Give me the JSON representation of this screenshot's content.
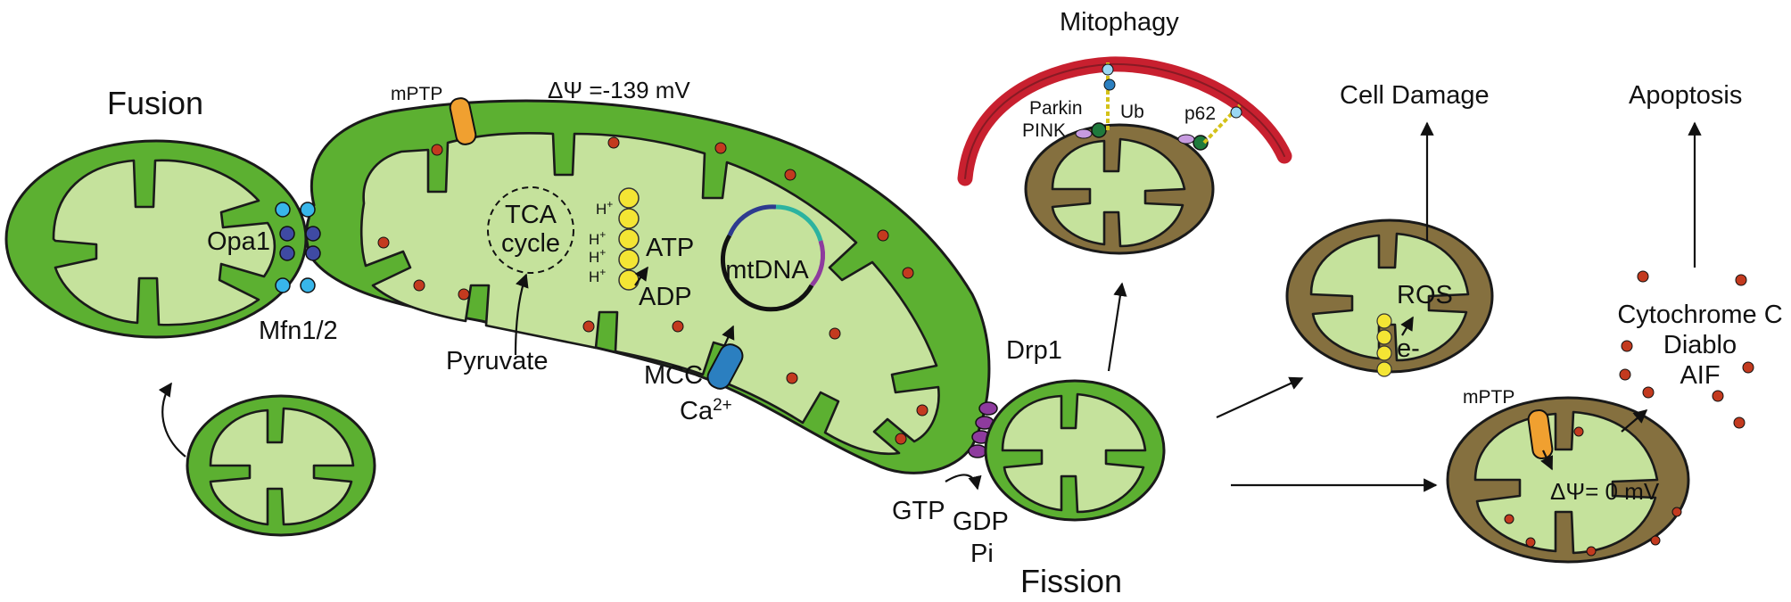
{
  "labels": {
    "fusion": "Fusion",
    "fission": "Fission",
    "mitophagy": "Mitophagy",
    "cell_damage": "Cell Damage",
    "apoptosis": "Apoptosis",
    "mptp_top": "mPTP",
    "mptp_bottom": "mPTP",
    "membrane_potential": "ΔΨ =-139 mV",
    "membrane_potential_zero": "ΔΨ= 0 mV",
    "opa1": "Opa1",
    "mfn": "Mfn1/2",
    "tca_line1": "TCA",
    "tca_line2": "cycle",
    "pyruvate": "Pyruvate",
    "atp": "ATP",
    "adp": "ADP",
    "proton": "H",
    "proton_charge": "+",
    "mtdna": "mtDNA",
    "mcc": "MCC",
    "calcium": "Ca",
    "calcium_charge": "2+",
    "drp1": "Drp1",
    "gtp": "GTP",
    "gdp": "GDP",
    "pi": "Pi",
    "parkin": "Parkin",
    "pink": "PINK",
    "ub": "Ub",
    "p62": "p62",
    "ros": "ROS",
    "electron": "e-",
    "cytochrome": "Cytochrome C",
    "diablo": "Diablo",
    "aif": "AIF"
  },
  "colors": {
    "healthy_outer": "#5cb031",
    "healthy_inner": "#c5e29c",
    "damaged_outer": "#85703f",
    "damaged_inner": "#c5e29c",
    "red_dot": "#c33a1f",
    "phagophore": "#c8202f",
    "opa1_dot": "#3f4aa3",
    "mfn_dot": "#38b6ea",
    "drp1": "#8e3b9e",
    "mptp": "#f0a030",
    "mcc": "#2b7fc0",
    "atp_synthase": "#f4e534"
  }
}
